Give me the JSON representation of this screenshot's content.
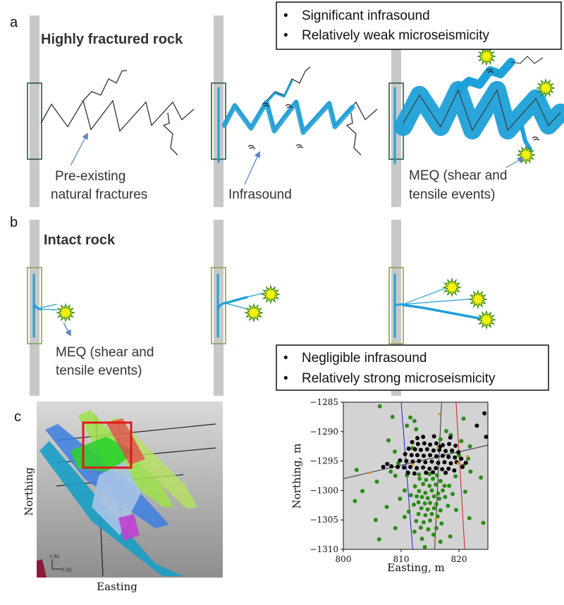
{
  "panel_a": {
    "label": "a",
    "heading": "Highly fractured rock",
    "annotations": {
      "pre_existing_line1": "Pre-existing",
      "pre_existing_line2": "natural fractures",
      "infrasound": "Infrasound",
      "meq_line1": "MEQ (shear and",
      "meq_line2": "tensile events)"
    },
    "callout": {
      "bullet": "•",
      "line1": "Significant infrasound",
      "line2": "Relatively weak microseismicity"
    }
  },
  "panel_b": {
    "label": "b",
    "heading": "Intact rock",
    "annotations": {
      "meq_line1": "MEQ (shear and",
      "meq_line2": "tensile events)"
    },
    "callout": {
      "bullet": "•",
      "line1": "Negligible infrasound",
      "line2": "Relatively strong microseismicity"
    }
  },
  "panel_c": {
    "label": "c",
    "model_view": {
      "ylabel": "Northing",
      "xlabel": "Easting",
      "axes_triad": {
        "y": "Y (N)",
        "x": "X (E)"
      }
    }
  },
  "colors": {
    "well": "#c8c8c8",
    "fluid": "#1ea0d8",
    "event_fill": "#f4f20a",
    "event_stroke": "#3a8a1a",
    "box_frame_dark": "#2f5a3a",
    "box_frame_light": "#8aa34e",
    "arrow": "#5b86c4",
    "scatter_bg": "#d3d3d3",
    "green_points": "#2e8b1a",
    "black_points": "#000000"
  },
  "chart_data": {
    "type": "scatter",
    "title": "",
    "xlabel": "Easting, m",
    "ylabel": "Northing, m",
    "xlim": [
      800,
      825
    ],
    "ylim": [
      -1310,
      -1285
    ],
    "xticks": [
      800,
      810,
      820
    ],
    "yticks": [
      -1285,
      -1290,
      -1295,
      -1300,
      -1305,
      -1310
    ],
    "grid": false,
    "lines": [
      {
        "name": "",
        "color": "#1f1fd0",
        "x": [
          810.0,
          812.0
        ],
        "y": [
          -1285,
          -1310
        ]
      },
      {
        "name": "",
        "color": "#d02020",
        "x": [
          819.5,
          821.0
        ],
        "y": [
          -1285,
          -1310
        ]
      },
      {
        "name": "",
        "color": "#303030",
        "x": [
          817.0,
          815.8
        ],
        "y": [
          -1285,
          -1310
        ]
      },
      {
        "name": "",
        "color": "#303030",
        "x": [
          800,
          825
        ],
        "y": [
          -1298.0,
          -1292.3
        ]
      }
    ],
    "series": [
      {
        "name": "",
        "color": "#2e8b1a",
        "points": [
          [
            806.3,
            -1285.7
          ],
          [
            808.5,
            -1287.5
          ],
          [
            811.6,
            -1287.6
          ],
          [
            820.8,
            -1287.8
          ],
          [
            812.3,
            -1288.2
          ],
          [
            811.0,
            -1289.0
          ],
          [
            812.6,
            -1289.6
          ],
          [
            817.8,
            -1289.9
          ],
          [
            818.6,
            -1290.6
          ],
          [
            816.8,
            -1291.3
          ],
          [
            820.4,
            -1291.6
          ],
          [
            807.8,
            -1291.5
          ],
          [
            821.9,
            -1292.5
          ],
          [
            812.0,
            -1292.8
          ],
          [
            808.9,
            -1293.4
          ],
          [
            818.8,
            -1293.4
          ],
          [
            820.0,
            -1294.0
          ],
          [
            821.6,
            -1294.6
          ],
          [
            809.5,
            -1295.4
          ],
          [
            820.7,
            -1295.8
          ],
          [
            802.3,
            -1296.5
          ],
          [
            822.0,
            -1296.8
          ],
          [
            811.0,
            -1297.4
          ],
          [
            809.0,
            -1297.5
          ],
          [
            823.8,
            -1297.8
          ],
          [
            805.8,
            -1298.5
          ],
          [
            813.2,
            -1298.0
          ],
          [
            814.3,
            -1298.2
          ],
          [
            815.5,
            -1298.0
          ],
          [
            816.8,
            -1298.4
          ],
          [
            813.8,
            -1298.9
          ],
          [
            814.9,
            -1299.2
          ],
          [
            816.0,
            -1299.0
          ],
          [
            812.4,
            -1299.3
          ],
          [
            817.5,
            -1299.2
          ],
          [
            818.3,
            -1299.2
          ],
          [
            803.3,
            -1300.1
          ],
          [
            810.6,
            -1300.0
          ],
          [
            813.1,
            -1300.1
          ],
          [
            814.2,
            -1300.4
          ],
          [
            815.3,
            -1300.0
          ],
          [
            816.4,
            -1300.5
          ],
          [
            817.2,
            -1300.0
          ],
          [
            818.9,
            -1300.6
          ],
          [
            821.1,
            -1300.2
          ],
          [
            811.7,
            -1300.8
          ],
          [
            812.7,
            -1301.0
          ],
          [
            813.6,
            -1301.1
          ],
          [
            814.6,
            -1301.3
          ],
          [
            815.7,
            -1301.0
          ],
          [
            816.6,
            -1301.4
          ],
          [
            817.6,
            -1301.1
          ],
          [
            802.0,
            -1301.8
          ],
          [
            809.8,
            -1301.4
          ],
          [
            813.0,
            -1302.0
          ],
          [
            814.1,
            -1302.2
          ],
          [
            815.0,
            -1302.1
          ],
          [
            816.1,
            -1302.3
          ],
          [
            812.2,
            -1302.4
          ],
          [
            818.1,
            -1302.6
          ],
          [
            813.5,
            -1303.0
          ],
          [
            814.6,
            -1303.2
          ],
          [
            815.7,
            -1303.0
          ],
          [
            816.8,
            -1303.4
          ],
          [
            807.5,
            -1302.8
          ],
          [
            811.3,
            -1303.6
          ],
          [
            819.5,
            -1303.3
          ],
          [
            813.0,
            -1304.0
          ],
          [
            814.2,
            -1304.2
          ],
          [
            815.3,
            -1304.0
          ],
          [
            816.3,
            -1304.4
          ],
          [
            810.6,
            -1304.5
          ],
          [
            821.8,
            -1304.7
          ],
          [
            805.6,
            -1305.0
          ],
          [
            812.6,
            -1305.2
          ],
          [
            813.9,
            -1305.4
          ],
          [
            815.0,
            -1305.1
          ],
          [
            817.0,
            -1305.6
          ],
          [
            824.2,
            -1305.5
          ],
          [
            809.0,
            -1306.4
          ],
          [
            813.4,
            -1306.3
          ],
          [
            814.7,
            -1306.6
          ],
          [
            816.1,
            -1306.4
          ],
          [
            812.3,
            -1307.0
          ],
          [
            815.6,
            -1307.5
          ],
          [
            818.5,
            -1307.8
          ],
          [
            806.2,
            -1308.3
          ],
          [
            813.6,
            -1308.2
          ],
          [
            816.8,
            -1308.7
          ],
          [
            814.1,
            -1309.6
          ],
          [
            808.2,
            -1296.8
          ],
          [
            819.4,
            -1297.6
          ],
          [
            814.9,
            -1297.2
          ],
          [
            816.2,
            -1297.4
          ],
          [
            813.1,
            -1297.3
          ]
        ]
      },
      {
        "name": "",
        "color": "#000000",
        "points": [
          [
            824.4,
            -1286.9
          ],
          [
            823.1,
            -1289.0
          ],
          [
            824.7,
            -1290.9
          ],
          [
            812.8,
            -1291.1
          ],
          [
            813.8,
            -1290.9
          ],
          [
            815.7,
            -1290.8
          ],
          [
            818.5,
            -1291.0
          ],
          [
            811.9,
            -1291.8
          ],
          [
            812.9,
            -1292.1
          ],
          [
            814.0,
            -1292.0
          ],
          [
            815.0,
            -1292.2
          ],
          [
            816.1,
            -1292.0
          ],
          [
            817.2,
            -1292.3
          ],
          [
            818.3,
            -1292.1
          ],
          [
            819.4,
            -1292.4
          ],
          [
            811.3,
            -1292.9
          ],
          [
            812.4,
            -1293.0
          ],
          [
            813.4,
            -1293.1
          ],
          [
            814.5,
            -1293.0
          ],
          [
            815.6,
            -1293.2
          ],
          [
            816.6,
            -1293.1
          ],
          [
            817.7,
            -1293.3
          ],
          [
            818.8,
            -1293.2
          ],
          [
            819.9,
            -1293.5
          ],
          [
            810.7,
            -1293.8
          ],
          [
            811.8,
            -1294.0
          ],
          [
            812.8,
            -1294.0
          ],
          [
            813.9,
            -1294.1
          ],
          [
            815.0,
            -1294.0
          ],
          [
            816.1,
            -1294.2
          ],
          [
            817.2,
            -1294.1
          ],
          [
            818.2,
            -1294.3
          ],
          [
            819.3,
            -1294.4
          ],
          [
            820.4,
            -1294.6
          ],
          [
            809.8,
            -1294.9
          ],
          [
            810.9,
            -1295.0
          ],
          [
            812.0,
            -1295.1
          ],
          [
            813.1,
            -1295.0
          ],
          [
            814.2,
            -1295.2
          ],
          [
            815.3,
            -1295.1
          ],
          [
            816.4,
            -1295.3
          ],
          [
            817.5,
            -1295.2
          ],
          [
            818.6,
            -1295.4
          ],
          [
            819.6,
            -1295.2
          ],
          [
            821.2,
            -1295.3
          ],
          [
            808.3,
            -1295.9
          ],
          [
            809.4,
            -1296.0
          ],
          [
            810.5,
            -1296.1
          ],
          [
            811.6,
            -1296.0
          ],
          [
            812.7,
            -1296.2
          ],
          [
            813.8,
            -1296.1
          ],
          [
            814.9,
            -1296.3
          ],
          [
            816.0,
            -1296.2
          ],
          [
            817.1,
            -1296.4
          ],
          [
            818.2,
            -1296.3
          ],
          [
            819.2,
            -1296.6
          ],
          [
            811.2,
            -1297.0
          ],
          [
            812.3,
            -1297.1
          ],
          [
            814.3,
            -1297.0
          ],
          [
            815.5,
            -1296.9
          ],
          [
            817.7,
            -1297.0
          ],
          [
            806.9,
            -1296.0
          ],
          [
            807.6,
            -1295.5
          ],
          [
            820.6,
            -1296.0
          ],
          [
            816.7,
            -1292.6
          ]
        ]
      },
      {
        "name": "",
        "color": "#e09020",
        "points": [
          [
            816.6,
            -1287.0
          ],
          [
            816.3,
            -1292.8
          ],
          [
            812.0,
            -1295.6
          ],
          [
            819.8,
            -1295.4
          ],
          [
            816.0,
            -1304.8
          ],
          [
            815.8,
            -1308.5
          ],
          [
            804.5,
            -1297.0
          ],
          [
            821.5,
            -1294.2
          ]
        ]
      }
    ]
  }
}
